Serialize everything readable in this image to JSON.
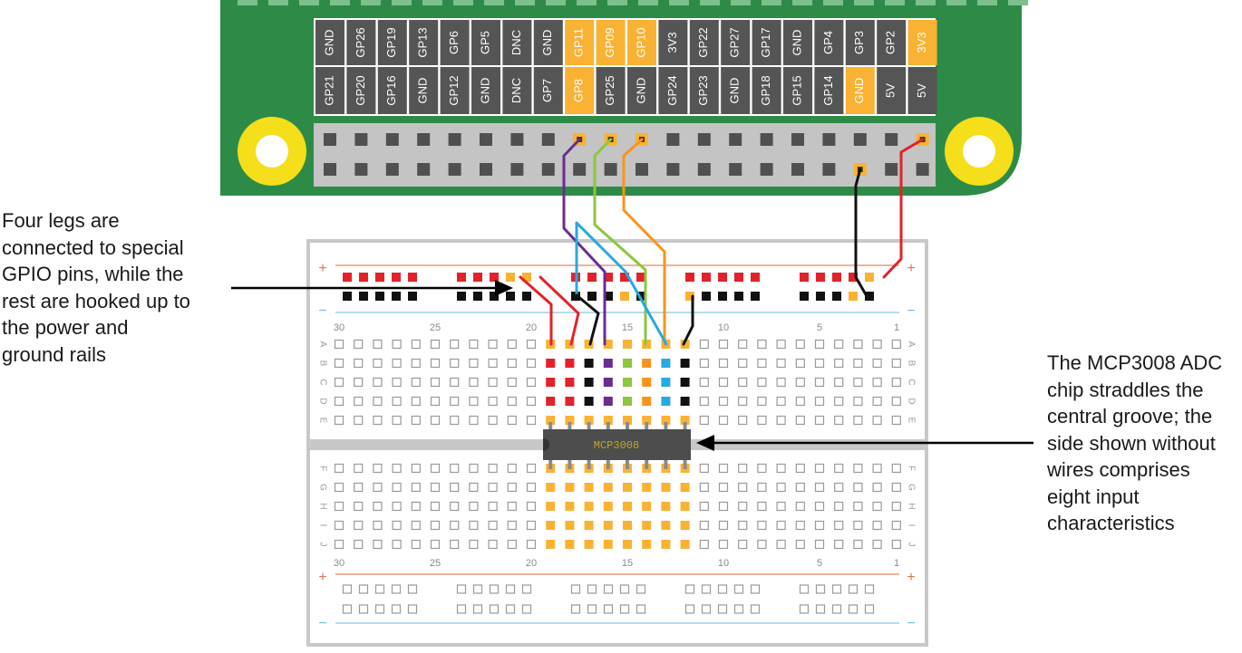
{
  "header_pins": {
    "top": [
      "GND",
      "GP26",
      "GP19",
      "GP13",
      "GP6",
      "GP5",
      "DNC",
      "GND",
      "GP11",
      "GP09",
      "GP10",
      "3V3",
      "GP22",
      "GP27",
      "GP17",
      "GND",
      "GP4",
      "GP3",
      "GP2",
      "3V3"
    ],
    "bottom": [
      "GP21",
      "GP20",
      "GP16",
      "GND",
      "GP12",
      "GND",
      "DNC",
      "GP7",
      "GP8",
      "GP25",
      "GND",
      "GP24",
      "GP23",
      "GND",
      "GP18",
      "GP15",
      "GP14",
      "GND",
      "5V",
      "5V"
    ],
    "highlight_top": [
      "GP11",
      "GP09",
      "GP10",
      "3V3"
    ],
    "highlight_bottom": [
      "GP8",
      "GND"
    ]
  },
  "breadboard": {
    "column_numbers_top": [
      "30",
      "25",
      "20",
      "15",
      "10",
      "5",
      "1"
    ],
    "column_numbers_bottom": [
      "30",
      "25",
      "20",
      "15",
      "10",
      "5",
      "1"
    ],
    "rows_upper": [
      "A",
      "B",
      "C",
      "D",
      "E"
    ],
    "rows_lower": [
      "F",
      "G",
      "H",
      "I",
      "J"
    ],
    "rail_plus": "+",
    "rail_minus": "−"
  },
  "chip": {
    "label": "MCP3008"
  },
  "callouts": {
    "left": "Four legs are\nconnected to special\nGPIO pins, while the\nrest are hooked up to\nthe power and\nground rails",
    "right": "The MCP3008 ADC\nchip straddles the\ncentral groove; the\nside shown without\nwires comprises\neight input\ncharacteristics"
  },
  "colors": {
    "board_green": "#2e8b47",
    "mount_yellow": "#f5de1a",
    "header_gray": "#c4c4c4",
    "label_dark": "#555555",
    "highlight": "#f9b234",
    "wire_red": "#e2222a",
    "wire_black": "#111111",
    "wire_purple": "#6a2c91",
    "wire_blue": "#27a9e1",
    "wire_green": "#8dc63f",
    "wire_orange": "#f7941d"
  }
}
